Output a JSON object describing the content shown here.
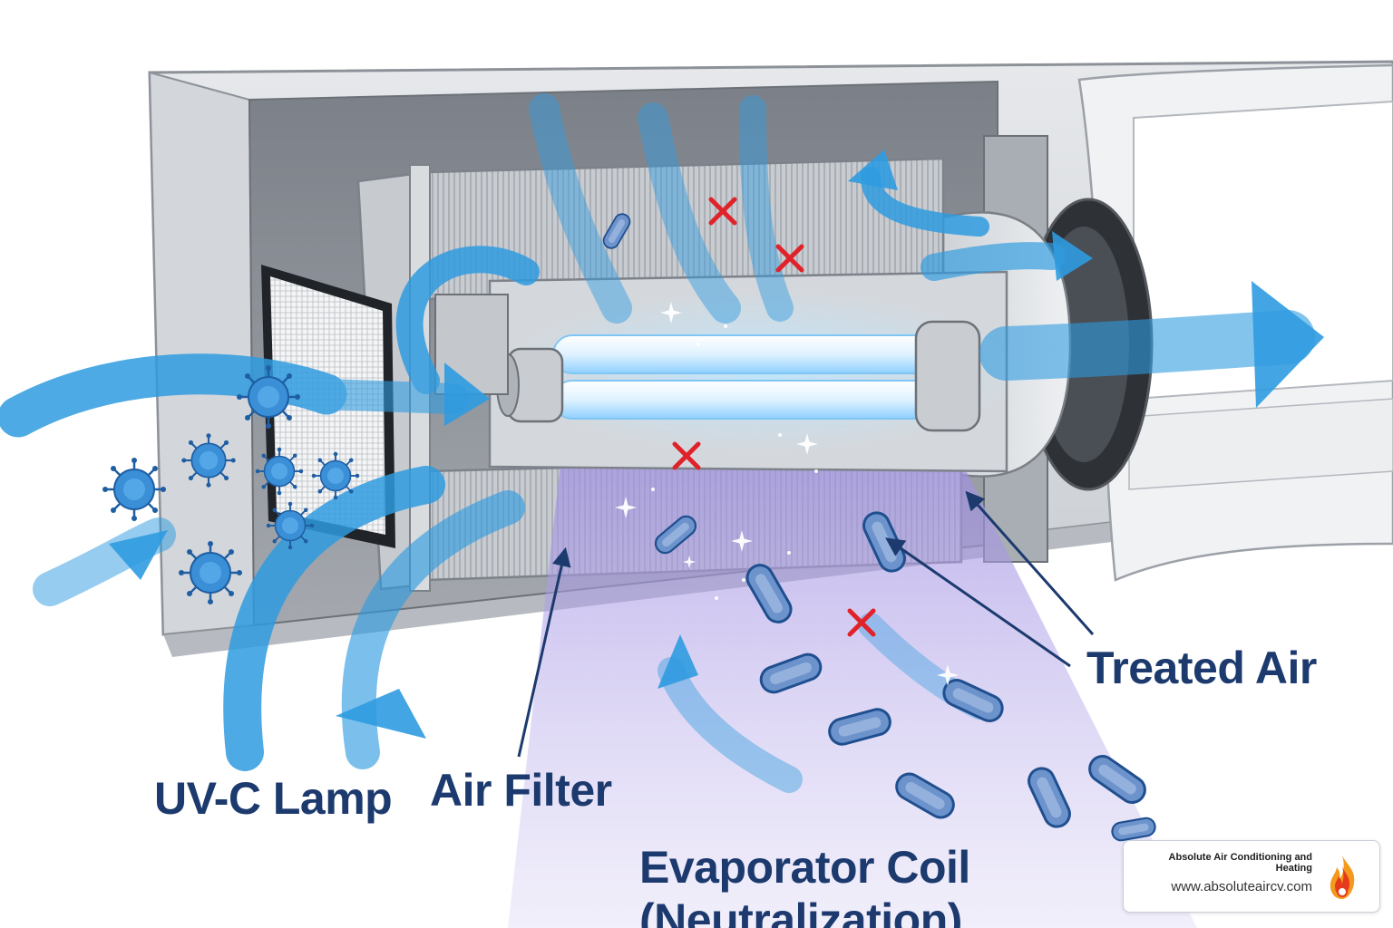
{
  "labels": {
    "uv_lamp": "UV-C Lamp",
    "air_filter": "Air Filter",
    "treated_air": "Treated Air",
    "evaporator_line1": "Evaporator Coil",
    "evaporator_line2": "(Neutralization)"
  },
  "branding": {
    "company": "Absolute Air Conditioning and Heating",
    "url": "www.absoluteaircv.com"
  },
  "colors": {
    "airflow": "#2f9be0",
    "uv_beam": "#9b8ae0",
    "label_text": "#1c3a6e",
    "kill_mark": "#e0222a",
    "germ": "#2b6fb8"
  }
}
